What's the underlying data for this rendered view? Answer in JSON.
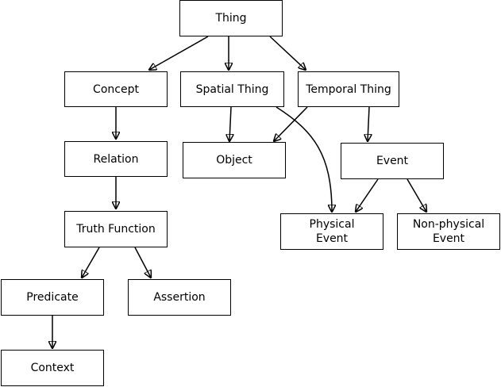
{
  "diagram": {
    "type": "hierarchy",
    "nodes": {
      "thing": "Thing",
      "concept": "Concept",
      "spatial_thing": "Spatial Thing",
      "temporal_thing": "Temporal Thing",
      "relation": "Relation",
      "object": "Object",
      "event": "Event",
      "truth_function": "Truth Function",
      "physical_event": "Physical\nEvent",
      "non_physical_event": "Non-physical\nEvent",
      "predicate": "Predicate",
      "assertion": "Assertion",
      "context": "Context"
    },
    "edges": [
      [
        "thing",
        "concept"
      ],
      [
        "thing",
        "spatial_thing"
      ],
      [
        "thing",
        "temporal_thing"
      ],
      [
        "concept",
        "relation"
      ],
      [
        "relation",
        "truth_function"
      ],
      [
        "truth_function",
        "predicate"
      ],
      [
        "truth_function",
        "assertion"
      ],
      [
        "predicate",
        "context"
      ],
      [
        "spatial_thing",
        "object"
      ],
      [
        "temporal_thing",
        "object"
      ],
      [
        "spatial_thing",
        "physical_event"
      ],
      [
        "temporal_thing",
        "event"
      ],
      [
        "event",
        "physical_event"
      ],
      [
        "event",
        "non_physical_event"
      ]
    ]
  }
}
